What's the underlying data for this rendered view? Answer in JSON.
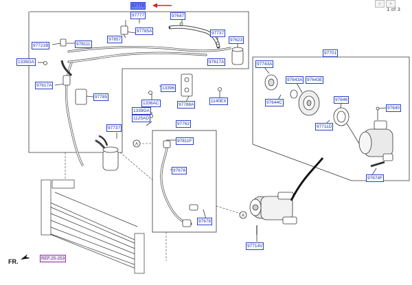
{
  "viewer": {
    "page_indicator": "1 of 3",
    "prev_label": "‹",
    "next_label": "›"
  },
  "front_marker": "FR.",
  "callouts": {
    "c97775": "97775",
    "c97777": "97777",
    "c97647": "97647",
    "c97785A": "97785A",
    "c97857": "97857",
    "c97721B": "97721B",
    "c97811L": "97811L",
    "c97737a": "97737",
    "c97623": "97623",
    "c1339GAa": "1339GA",
    "c97617Aa": "97617A",
    "c97617Ab": "97617A",
    "c97785": "97785",
    "c13396": "13396",
    "c1336AC": "1336AC",
    "c97788A": "97788A",
    "c1140EX": "1140EX",
    "c1339GAb": "1339GA",
    "c1125AD": "1125AD",
    "c97737b": "97737",
    "c97762": "97762",
    "c97811F": "97811F",
    "c97678a": "97678",
    "c97678b": "97678",
    "c97714V": "97714V",
    "cREF": "REF.25-253",
    "c97701": "97701",
    "c97743A": "97743A",
    "c97643A": "97643A",
    "c97643E": "97643E",
    "c97644C": "97644C",
    "c97646": "97646",
    "c97640": "97640",
    "c97711D": "97711D",
    "c97674F": "97674F"
  },
  "circle_labels": {
    "a1": "A",
    "a2": "A"
  },
  "colors": {
    "callout_border": "#2340c8",
    "callout_highlight": "#6f7df7",
    "pointer_arrow": "#e02020",
    "line_art": "#333333"
  }
}
